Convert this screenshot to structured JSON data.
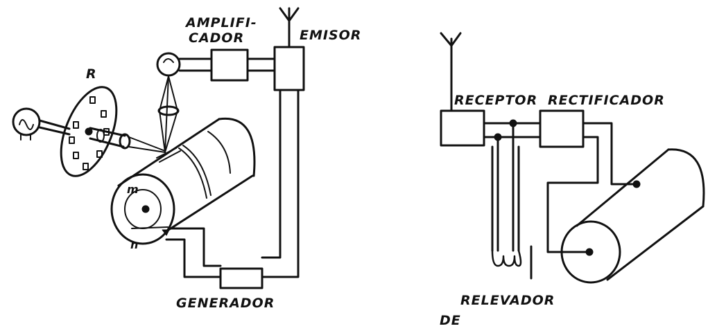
{
  "labels": {
    "amplifier_line1": "AMPLIFI-",
    "amplifier_line2": "CADOR",
    "emitter": "EMISOR",
    "disc": "R",
    "mark_m": "m",
    "mark_n": "n",
    "generator": "GENERADOR",
    "receiver": "RECEPTOR",
    "rectifier": "RECTIFICADOR",
    "relay": "RELEVADOR",
    "relay_prefix": "DE"
  },
  "colors": {
    "ink": "#111111",
    "paper": "#ffffff"
  },
  "icons": [
    "lamp-icon",
    "antenna-icon",
    "photocell-icon",
    "lens-icon",
    "relay-coil-icon"
  ]
}
